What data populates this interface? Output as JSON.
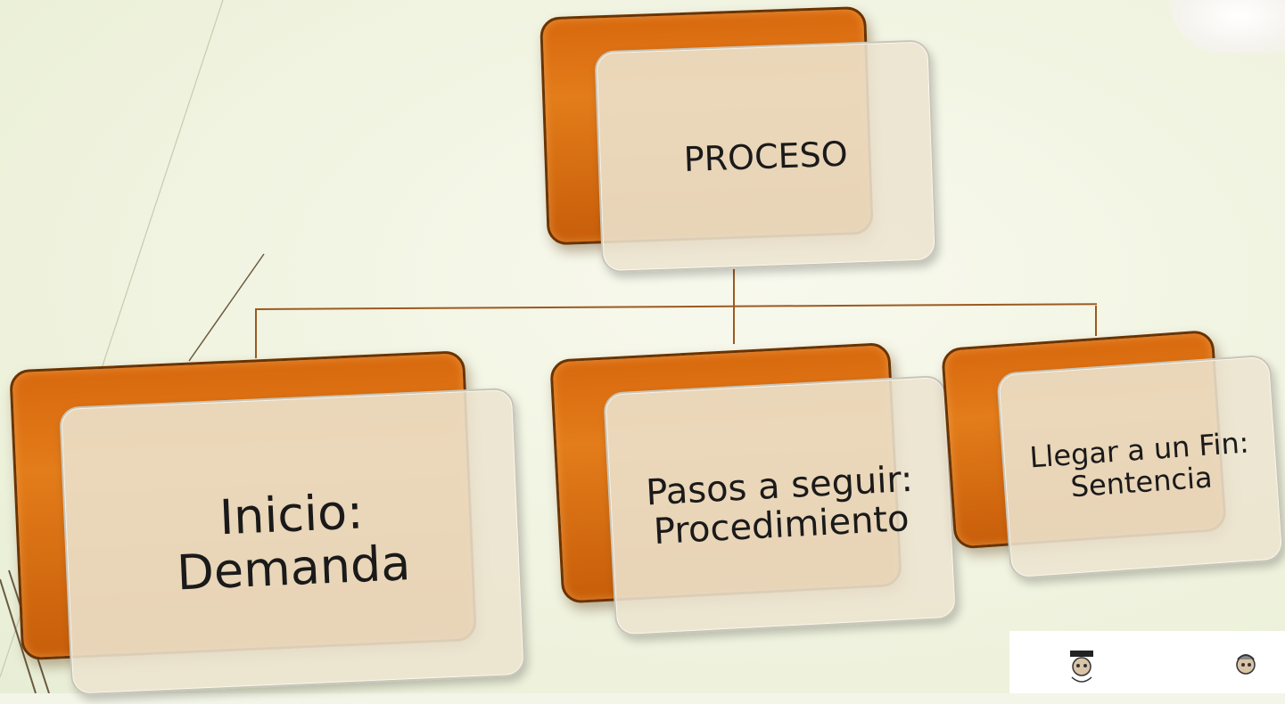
{
  "diagram": {
    "root": {
      "label": "PROCESO"
    },
    "children": [
      {
        "label": "Inicio:\nDemanda"
      },
      {
        "label": "Pasos a seguir:\nProcedimiento"
      },
      {
        "label": "Llegar a un Fin:\nSentencia"
      }
    ]
  },
  "colors": {
    "box_back": "#d8690e",
    "box_front": "#ece4cf",
    "connector": "#9c5a20",
    "background": "#f3f5e8"
  }
}
